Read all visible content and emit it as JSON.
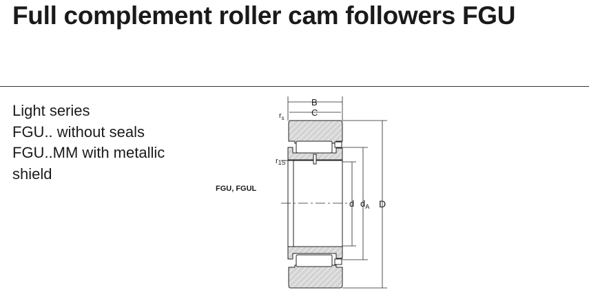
{
  "title": "Full complement roller cam followers FGU",
  "description": [
    "Light series",
    "FGU.. without seals",
    "FGU..MM with metallic",
    "shield"
  ],
  "variant_label": "FGU, FGUL",
  "drawing_labels": {
    "B": "B",
    "C": "C",
    "rs": "r",
    "rs_sub": "s",
    "r1s": "r",
    "r1s_sub": "1S",
    "d": "d",
    "dA": "d",
    "dA_sub": "A",
    "D": "D"
  }
}
